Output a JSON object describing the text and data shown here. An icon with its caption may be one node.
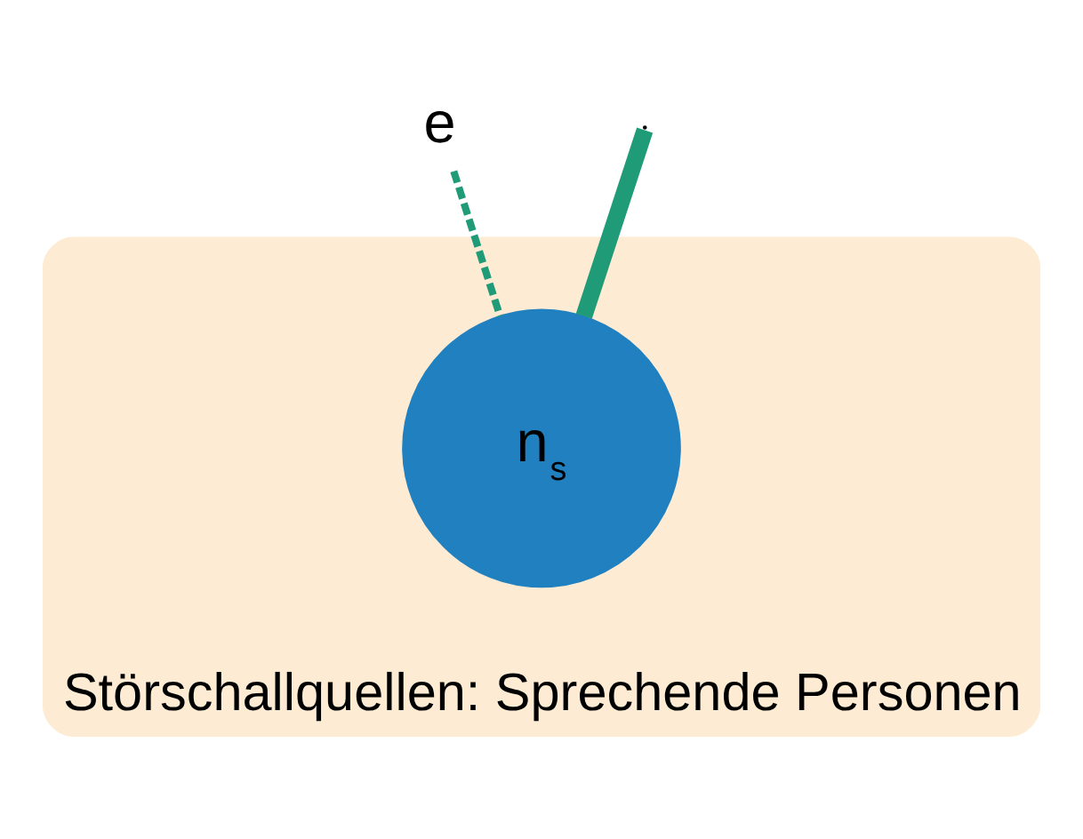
{
  "diagram": {
    "nodes": [
      {
        "text": [
          "Störschallquellen: Sprechende Personen"
        ]
      },
      {
        "text": [
          "n$_{s}$"
        ],
        "in": 0
      },
      {
        "text": [
          "e"
        ]
      }
    ],
    "edges": [
      {
        "from": null,
        "to": 1,
        "arrow": "none",
        "style": "thick"
      },
      {
        "from": 2,
        "to": 1,
        "arrow": "none",
        "style": "dashed"
      }
    ]
  }
}
